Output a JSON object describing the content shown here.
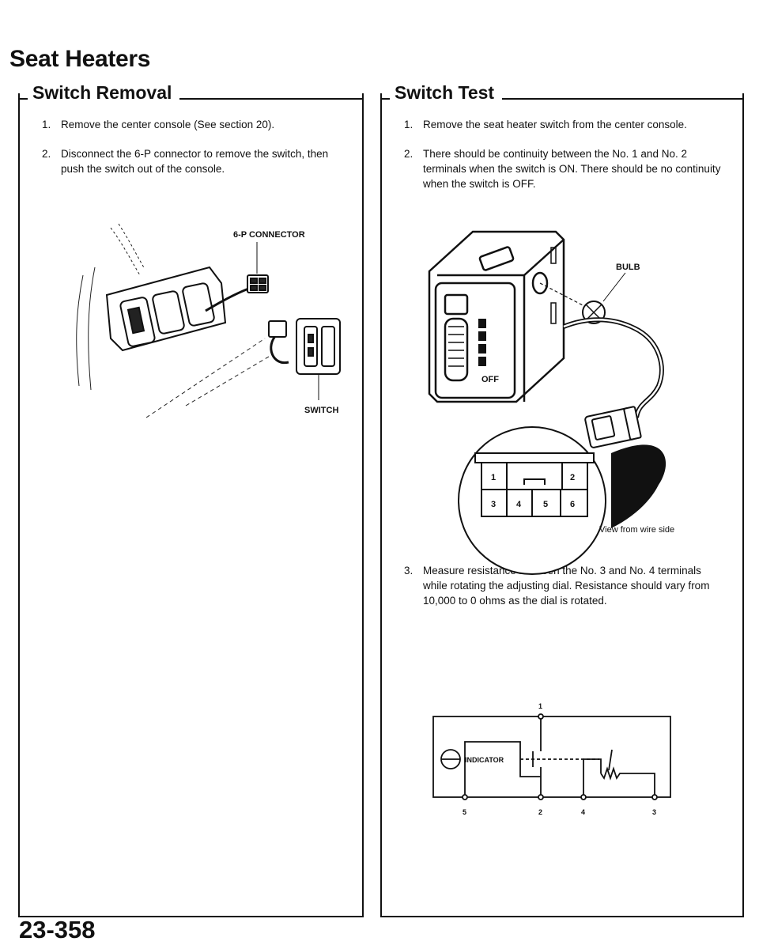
{
  "page_title": "Seat Heaters",
  "left_section": {
    "title": "Switch Removal",
    "steps": [
      {
        "num": "1.",
        "text": "Remove the center console (See section 20)."
      },
      {
        "num": "2.",
        "text": "Disconnect the 6-P connector to remove the switch, then push the switch out of the console."
      }
    ],
    "figure": {
      "connector_label": "6-P CONNECTOR",
      "switch_label": "SWITCH"
    }
  },
  "right_section": {
    "title": "Switch Test",
    "steps": [
      {
        "num": "1.",
        "text": "Remove the seat heater switch from the center console."
      },
      {
        "num": "2.",
        "text": "There should be continuity between the No. 1 and No. 2 terminals when the switch is ON. There should be no continuity when the switch is OFF."
      },
      {
        "num": "3.",
        "text": "Measure resistance between the No. 3 and No. 4 terminals while rotating the adjusting dial. Resistance should vary from 10,000 to 0 ohms as the dial is rotated."
      }
    ],
    "switch_figure": {
      "bulb_label": "BULB",
      "view_label": "View from wire side",
      "off_label": "OFF",
      "terminals_top": [
        "1",
        "",
        "2"
      ],
      "terminals_bottom": [
        "3",
        "4",
        "5",
        "6"
      ]
    },
    "schematic": {
      "indicator_label": "INDICATOR",
      "terminal_top": "1",
      "terminals_bottom": [
        "5",
        "2",
        "4",
        "3"
      ]
    }
  },
  "page_number": "23-358"
}
